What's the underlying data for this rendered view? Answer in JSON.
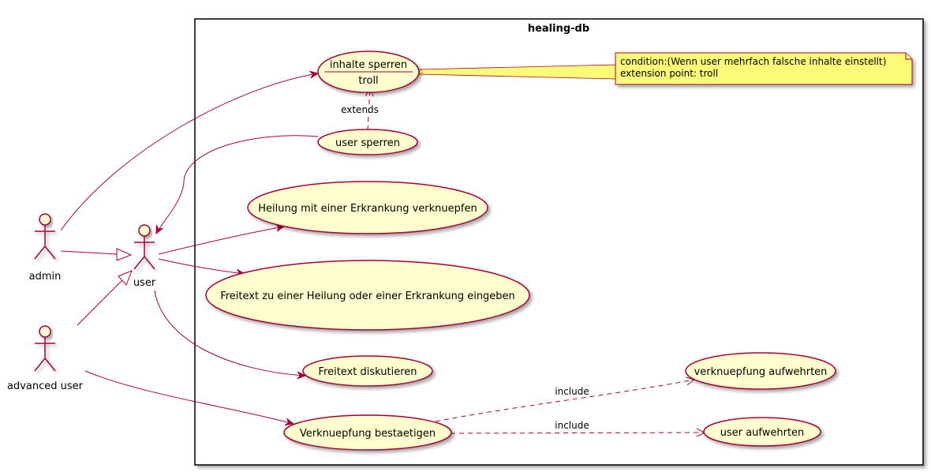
{
  "diagram": {
    "title": "healing-db",
    "colors": {
      "line": "#A80036",
      "fill": "#FEFECE",
      "note_fill": "#FBFB77",
      "note_border": "#A80036"
    },
    "actors": {
      "admin": "admin",
      "user": "user",
      "advanced": "advanced user"
    },
    "usecases": {
      "inhalte_sperren": {
        "title": "inhalte sperren",
        "extension_point": "troll"
      },
      "user_sperren": "user sperren",
      "heilung": "Heilung mit einer Erkrankung verknuepfen",
      "freitext_eingeben": "Freitext zu einer Heilung oder einer Erkrankung eingeben",
      "freitext_diskutieren": "Freitext diskutieren",
      "verknuepfung_aufwehrten": "verknuepfung aufwehrten",
      "verknuepfung_bestaetigen": "Verknuepfung bestaetigen",
      "user_aufwehrten": "user aufwehrten"
    },
    "note": {
      "line1": "condition:(Wenn user mehrfach falsche inhalte einstellt)",
      "line2": "extension point: troll"
    },
    "labels": {
      "extends": "extends",
      "include1": "include",
      "include2": "include"
    }
  }
}
